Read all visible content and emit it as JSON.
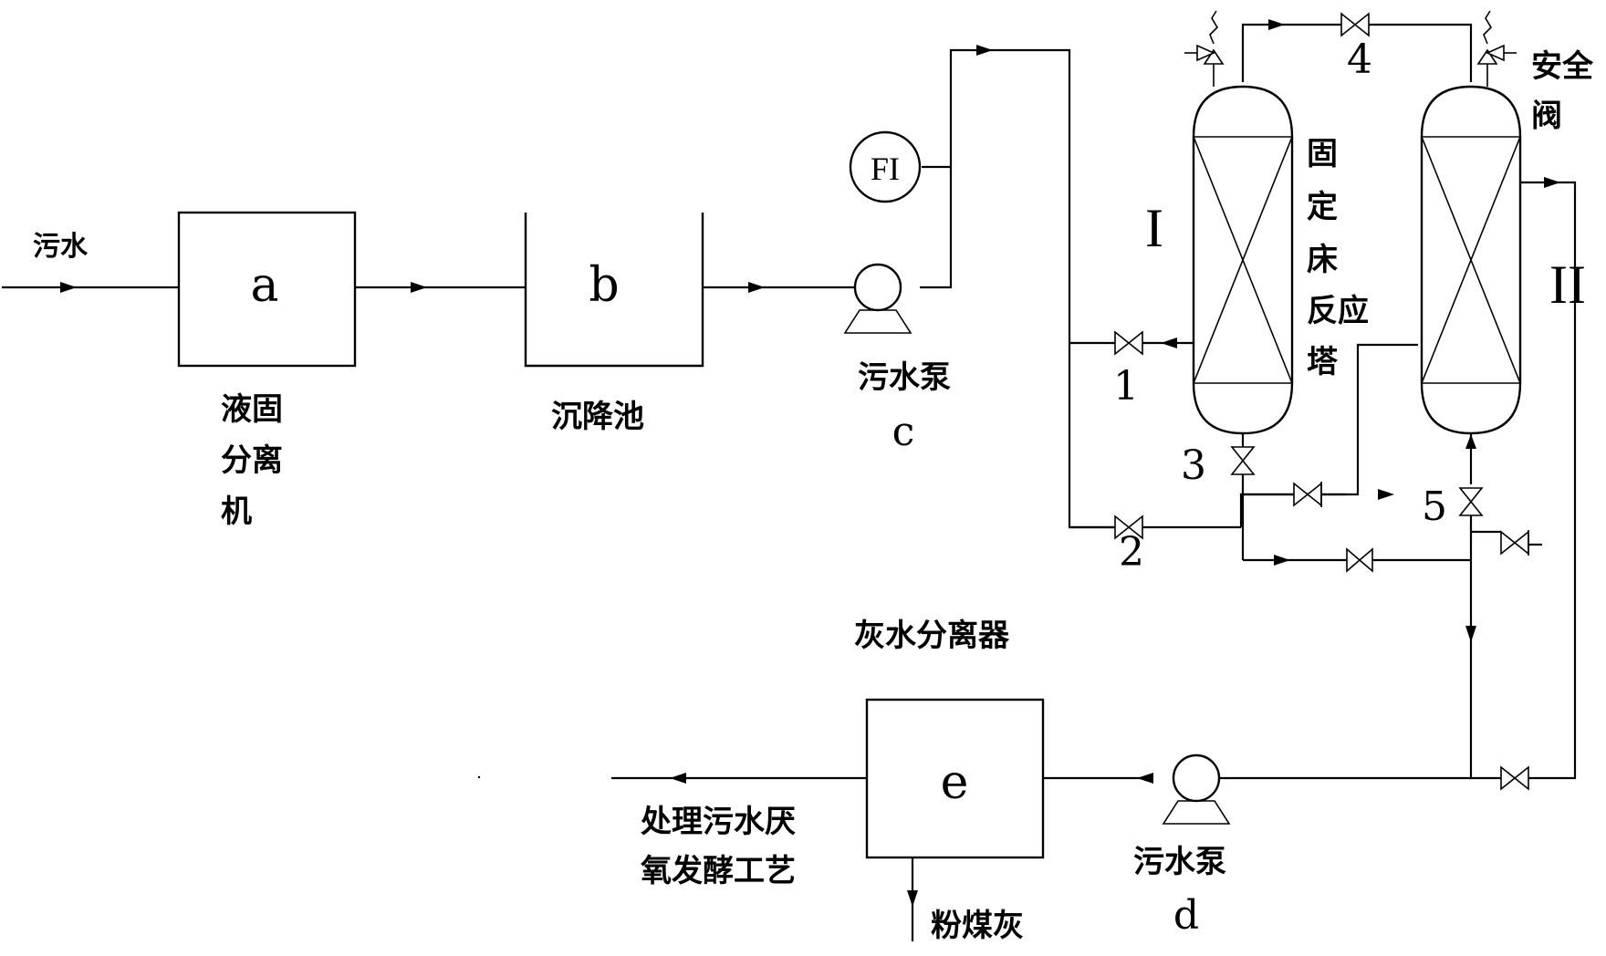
{
  "labels": {
    "inlet": "污水",
    "unit_a": "a",
    "unit_a_name": [
      "液固",
      "分离",
      "机"
    ],
    "unit_b": "b",
    "unit_b_name": "沉降池",
    "pump_c_name": "污水泵",
    "pump_c": "c",
    "flow_indicator": "FI",
    "reactor_1": "I",
    "reactor_2": "II",
    "reactor_name": [
      "固",
      "定",
      "床",
      "反应",
      "塔"
    ],
    "safety_valve": [
      "安全",
      "阀"
    ],
    "valve_1": "1",
    "valve_2": "2",
    "valve_3": "3",
    "valve_4": "4",
    "valve_5": "5",
    "separator_name": "灰水分离器",
    "unit_e": "e",
    "outlet": [
      "处理污水厌",
      "氧发酵工艺"
    ],
    "flyash": "粉煤灰",
    "pump_d_name": "污水泵",
    "pump_d": "d"
  }
}
